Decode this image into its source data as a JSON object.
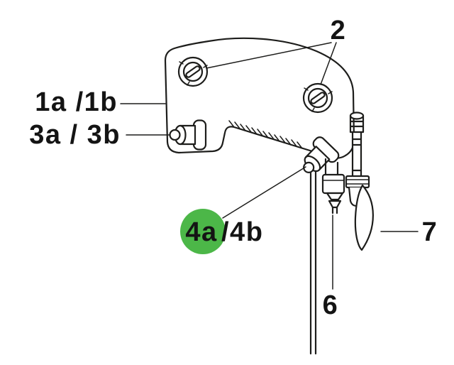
{
  "diagram": {
    "background_color": "#ffffff",
    "line_color": "#1d1d1b",
    "highlight_color": "#4cb748",
    "text_color": "#141414",
    "highlighted_part": "4a",
    "labels": {
      "part_1": "1a /1b",
      "part_2": "2",
      "part_3": "3a / 3b",
      "part_4_in_circle": "4a",
      "part_4_suffix": "/4b",
      "part_6": "6",
      "part_7": "7"
    }
  }
}
